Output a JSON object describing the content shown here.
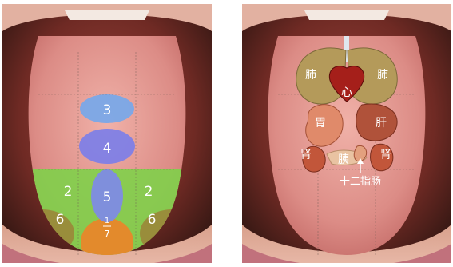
{
  "left_panel": {
    "zones": {
      "z3": "3",
      "z4": "4",
      "z5": "5",
      "z2_left": "2",
      "z2_right": "2",
      "z6_left": "6",
      "z6_right": "6",
      "z1": "1",
      "z7": "7"
    },
    "colors": {
      "zone3": "#7aa8e8",
      "zone4": "#7f7fe6",
      "zone5": "#7f8fdc",
      "zone2": "#7fd04a",
      "zone6": "#9a8a3a",
      "zone17": "#e38a2c"
    }
  },
  "right_panel": {
    "labels": {
      "lung_left": "肺",
      "lung_right": "肺",
      "heart": "心",
      "stomach": "胃",
      "liver": "肝",
      "kidney_left": "肾",
      "kidney_right": "肾",
      "pancreas": "胰",
      "duodenum": "十二指肠"
    }
  }
}
